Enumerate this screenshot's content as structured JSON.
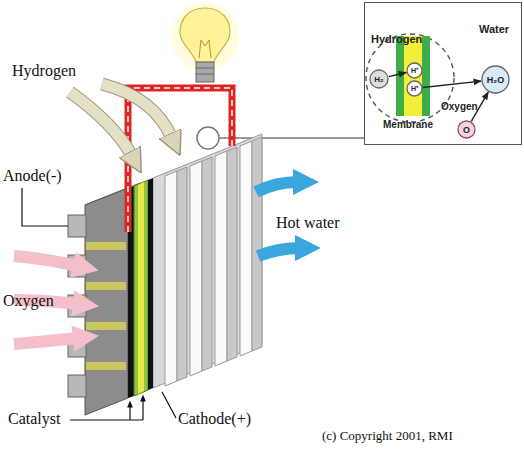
{
  "diagram": {
    "nodes": [
      {
        "text": [
          "Hydrogen",
          "Water",
          "Membrane",
          "Oxygen"
        ]
      },
      {
        "text": [
          "H₂"
        ],
        "in": 0
      },
      {
        "text": [
          "H⁺"
        ],
        "in": 0
      },
      {
        "text": [
          "H⁺"
        ],
        "in": 0
      },
      {
        "text": [
          "H₂O"
        ],
        "in": 0
      },
      {
        "text": [
          "O"
        ],
        "in": 0
      }
    ],
    "edges": [
      {
        "from": 1,
        "to": 2,
        "arrow": "to"
      },
      {
        "from": 3,
        "to": 4,
        "arrow": "to"
      },
      {
        "from": 5,
        "to": 4,
        "arrow": "to"
      }
    ],
    "labels": [
      "Hydrogen",
      "Anode(-)",
      "Oxygen",
      "Catalyst",
      "Cathode(+)",
      "Hot water",
      "(c) Copyright 2001, RMI"
    ]
  }
}
